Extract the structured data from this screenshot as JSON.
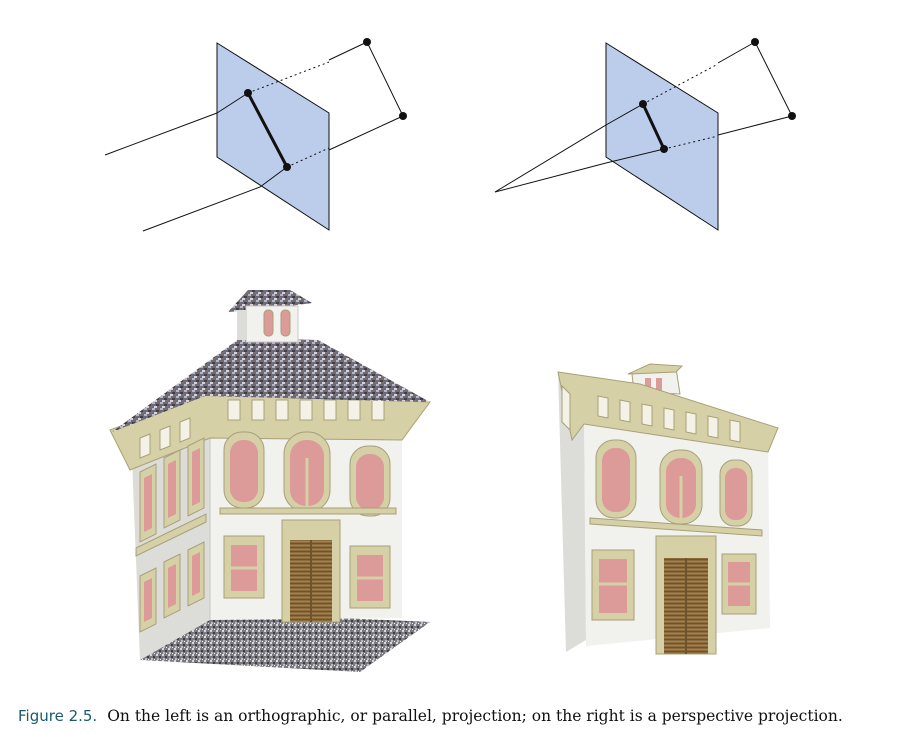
{
  "figure": {
    "label": "Figure 2.5.",
    "caption_text": "On the left is an orthographic, or parallel, projection; on the right is a perspective projection."
  },
  "colors": {
    "plane_fill": "#bccdeb",
    "wall": "#f2f2f0",
    "wall_shade": "#d9d9d6",
    "trim": "#d6d0a6",
    "trim_dark": "#a7a07a",
    "window_glass": "#dc9a98",
    "roof": "#6d6d78",
    "door": "#8b6a3b"
  },
  "panels": [
    {
      "name": "orthographic",
      "description_word": "orthographic"
    },
    {
      "name": "perspective",
      "description_word": "perspective"
    }
  ]
}
